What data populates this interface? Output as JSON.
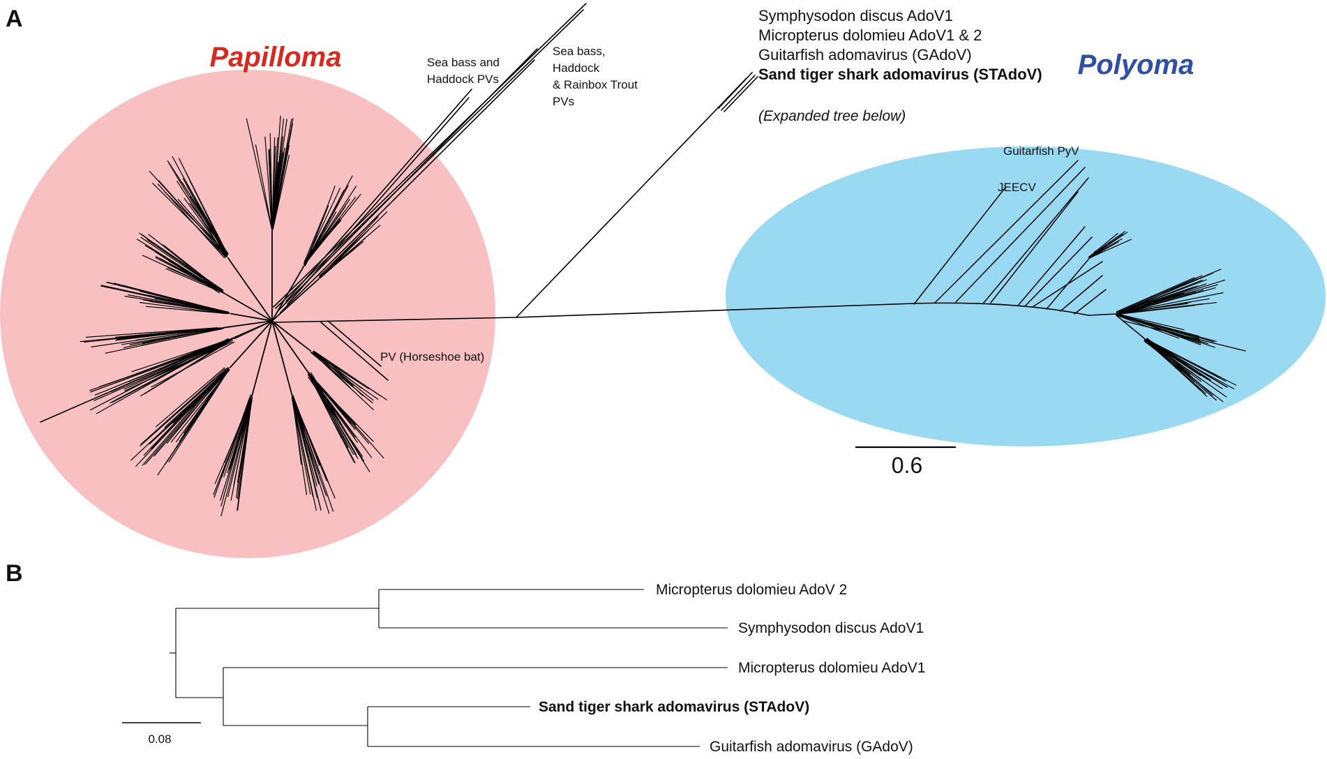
{
  "panel_a": {
    "letter": "A",
    "papilloma": {
      "title": "Papilloma",
      "color": "#f8c0c0",
      "title_color": "#d42a20"
    },
    "polyoma": {
      "title": "Polyoma",
      "color": "#99d9f2",
      "title_color": "#2e4fa3"
    },
    "labels": {
      "sea_bass_haddock_1": "Sea bass and",
      "sea_bass_haddock_2": "Haddock PVs",
      "sea_bass_trout_1": "Sea bass,",
      "sea_bass_trout_2": "Haddock",
      "sea_bass_trout_3": "& Rainbox Trout",
      "sea_bass_trout_4": "PVs",
      "horseshoe_bat": "PV (Horseshoe bat)",
      "guitarfish_pyv": "Guitarfish PyV",
      "jeecv": "JEECV"
    },
    "adomavirus_list": [
      "Symphysodon discus AdoV1",
      "Micropterus dolomieu AdoV1 & 2",
      "Guitarfish adomavirus (GAdoV)",
      "Sand tiger shark adomavirus (STAdoV)"
    ],
    "expanded_note": "(Expanded tree below)",
    "scale_value": "0.6"
  },
  "panel_b": {
    "letter": "B",
    "scale_value": "0.08",
    "tips": [
      "Micropterus dolomieu AdoV 2",
      "Symphysodon discus AdoV1",
      "Micropterus dolomieu AdoV1",
      "Sand tiger shark adomavirus (STAdoV)",
      "Guitarfish adomavirus (GAdoV)"
    ]
  }
}
